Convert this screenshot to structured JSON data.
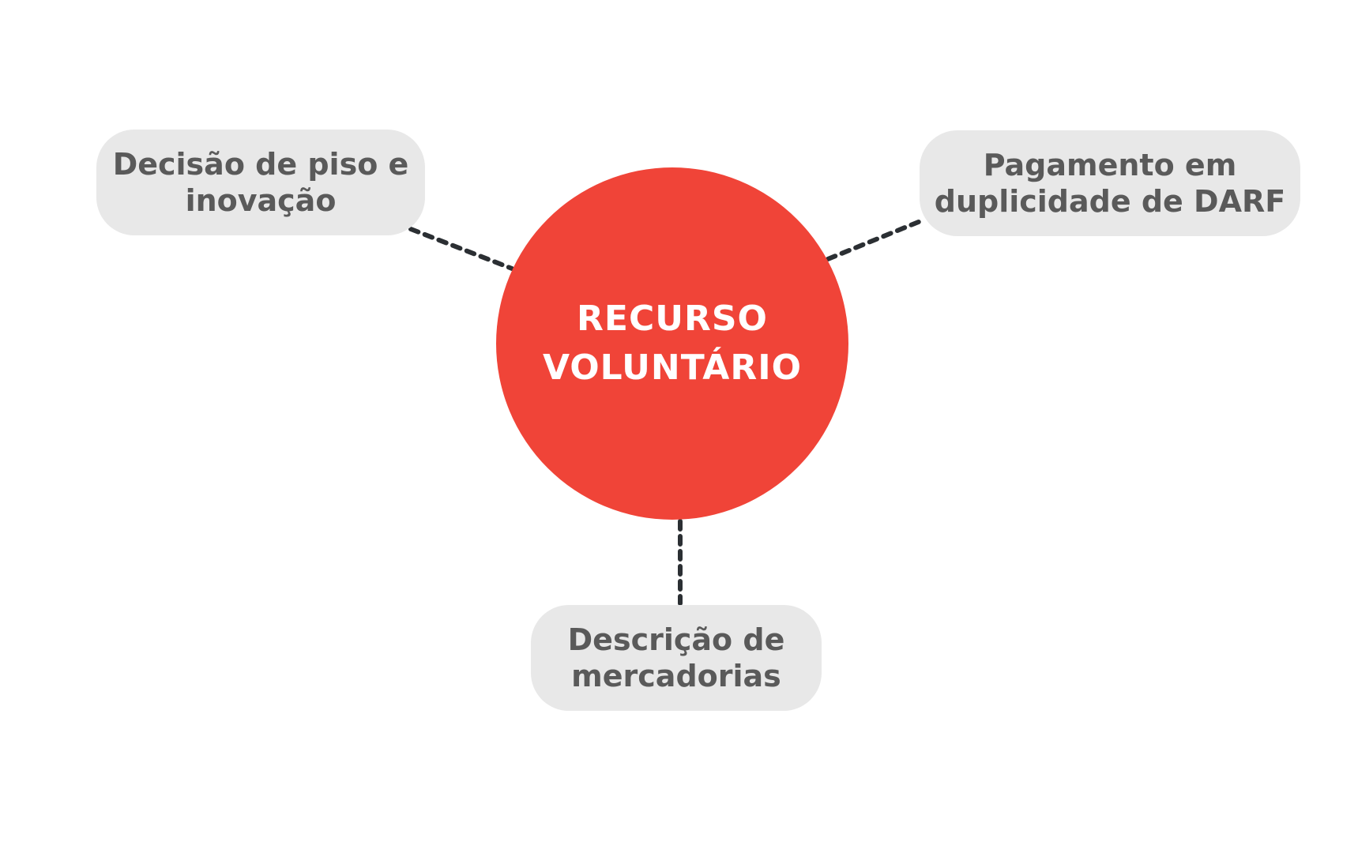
{
  "diagram": {
    "center": {
      "label": "RECURSO\nVOLUNTÁRIO"
    },
    "topics": {
      "left": {
        "label": "Decisão de piso e\ninovação"
      },
      "right": {
        "label": "Pagamento em\nduplicidade de DARF"
      },
      "bottom": {
        "label": "Descrição de\nmercadorias"
      }
    },
    "colors": {
      "center_fill": "#f04438",
      "center_text": "#ffffff",
      "topic_fill": "#e8e8e8",
      "topic_text": "#5a5a5a",
      "connector": "#2b2f33"
    }
  }
}
